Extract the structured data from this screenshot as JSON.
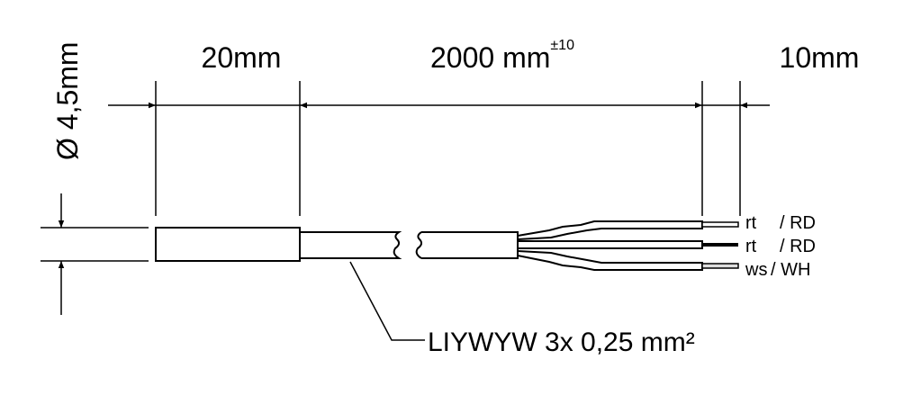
{
  "dimensions": {
    "diameter": "Ø 4,5mm",
    "sleeve_length": "20mm",
    "cable_length": "2000 mm",
    "cable_tolerance": "±10",
    "strip_length": "10mm"
  },
  "wires": [
    {
      "de": "rt",
      "en": "/ RD"
    },
    {
      "de": "rt",
      "en": "/ RD"
    },
    {
      "de": "ws",
      "en": "/ WH"
    }
  ],
  "cable_label": "LIYWYW 3x 0,25 mm²"
}
